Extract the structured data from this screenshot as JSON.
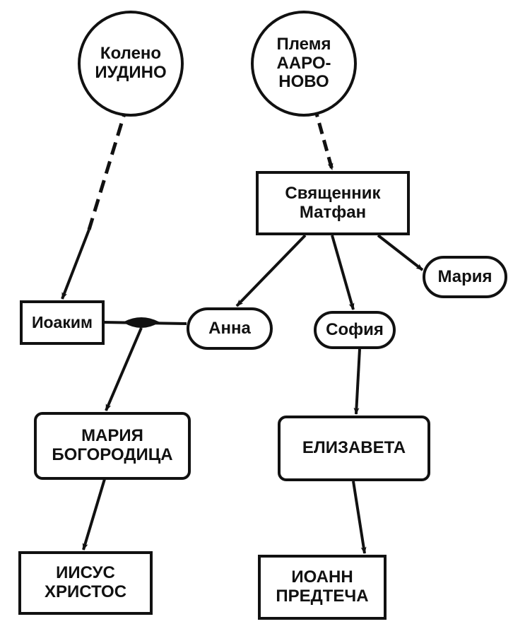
{
  "diagram": {
    "type": "genealogy",
    "stroke_color": "#111111",
    "background_color": "#ffffff",
    "nodes": {
      "judah": {
        "shape": "circle",
        "lines": [
          "Колено",
          "ИУДИНО"
        ]
      },
      "aaron": {
        "shape": "circle",
        "lines": [
          "Племя",
          "ААРО-",
          "НОВО"
        ]
      },
      "matthan": {
        "shape": "rectangle",
        "lines": [
          "Священник",
          "Матфан"
        ]
      },
      "maria_small": {
        "shape": "pill",
        "lines": [
          "Мария"
        ]
      },
      "joachim": {
        "shape": "rectangle",
        "lines": [
          "Иоаким"
        ]
      },
      "anna": {
        "shape": "pill",
        "lines": [
          "Анна"
        ]
      },
      "sophia": {
        "shape": "pill",
        "lines": [
          "София"
        ]
      },
      "theotokos": {
        "shape": "rounded-rectangle",
        "lines": [
          "МАРИЯ",
          "БОГОРОДИЦА"
        ]
      },
      "elizabeth": {
        "shape": "rounded-rectangle",
        "lines": [
          "ЕЛИЗАВЕТА"
        ]
      },
      "jesus": {
        "shape": "rectangle",
        "lines": [
          "ИИСУС",
          "ХРИСТОС"
        ]
      },
      "john": {
        "shape": "rectangle",
        "lines": [
          "ИОАНН",
          "ПРЕДТЕЧА"
        ]
      }
    },
    "edges": [
      {
        "from": "judah",
        "to": "joachim",
        "style": "dashed-then-solid",
        "arrow": true
      },
      {
        "from": "aaron",
        "to": "matthan",
        "style": "dashed",
        "arrow": true
      },
      {
        "from": "matthan",
        "to": "anna",
        "style": "solid",
        "arrow": true
      },
      {
        "from": "matthan",
        "to": "sophia",
        "style": "solid",
        "arrow": true
      },
      {
        "from": "matthan",
        "to": "maria_small",
        "style": "solid",
        "arrow": true
      },
      {
        "from": "joachim",
        "to": "anna",
        "style": "marriage",
        "arrow": false
      },
      {
        "from": "marriage",
        "to": "theotokos",
        "style": "solid",
        "arrow": true
      },
      {
        "from": "sophia",
        "to": "elizabeth",
        "style": "solid",
        "arrow": true
      },
      {
        "from": "theotokos",
        "to": "jesus",
        "style": "solid",
        "arrow": true
      },
      {
        "from": "elizabeth",
        "to": "john",
        "style": "solid",
        "arrow": true
      }
    ]
  }
}
